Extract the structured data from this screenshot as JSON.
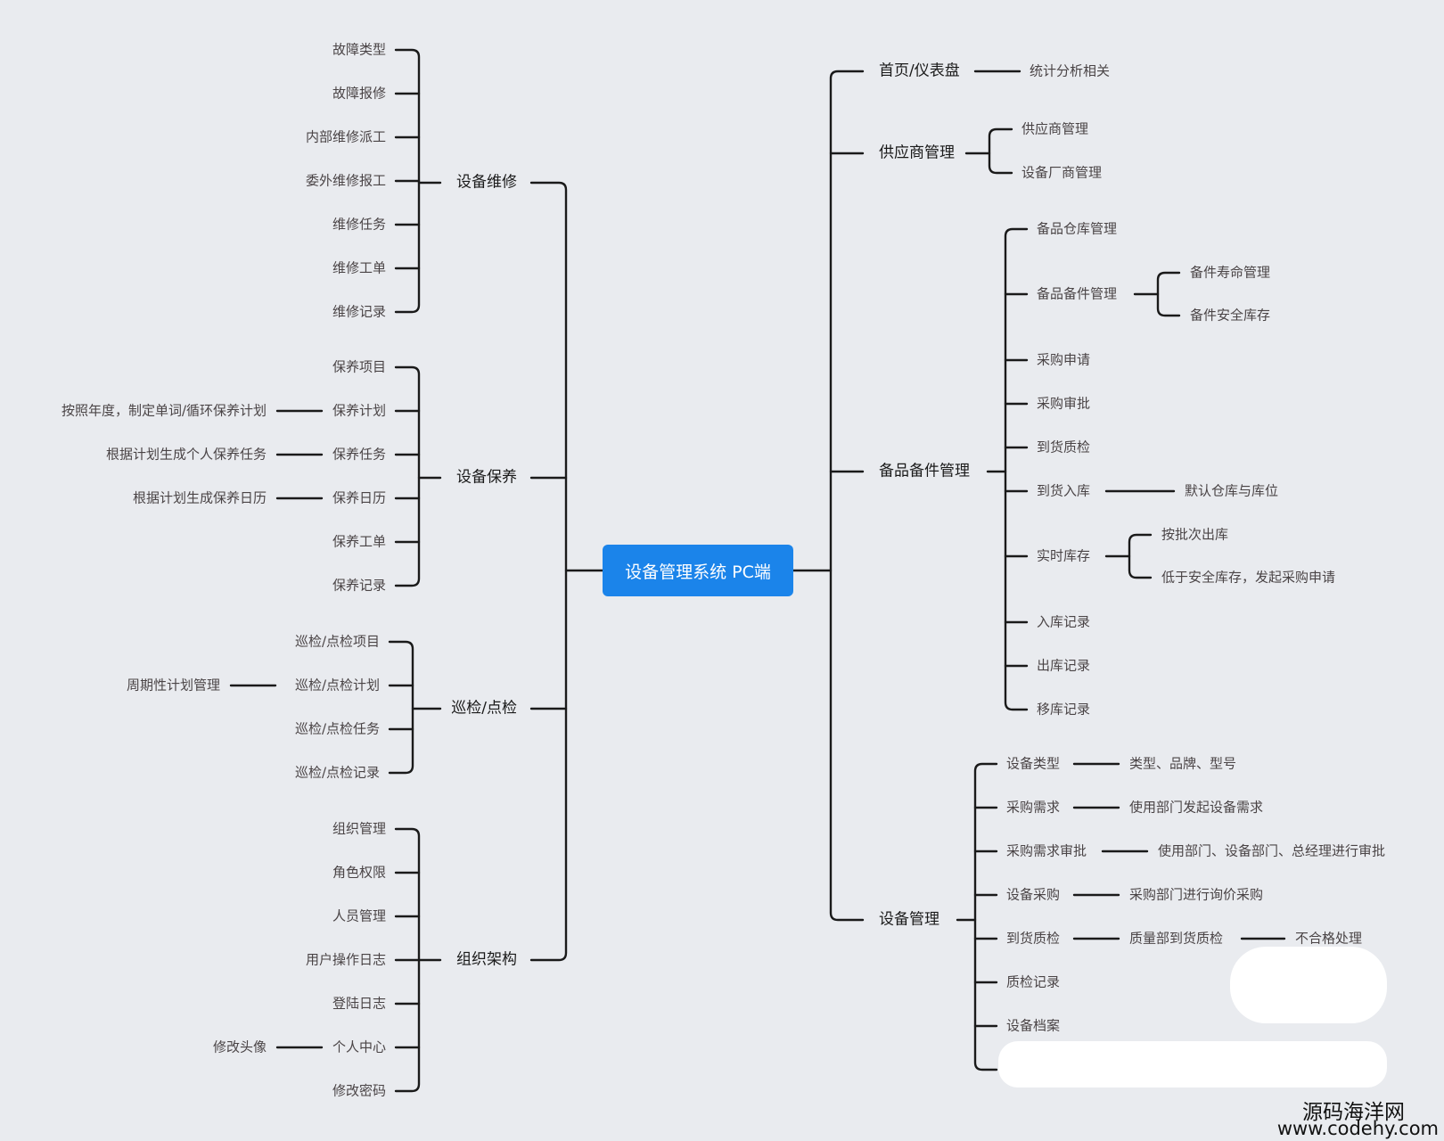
{
  "root": "设备管理系统 PC端",
  "left_branches": [
    {
      "label": "设备维修",
      "children": [
        {
          "label": "故障类型"
        },
        {
          "label": "故障报修"
        },
        {
          "label": "内部维修派工"
        },
        {
          "label": "委外维修报工"
        },
        {
          "label": "维修任务"
        },
        {
          "label": "维修工单"
        },
        {
          "label": "维修记录"
        }
      ]
    },
    {
      "label": "设备保养",
      "children": [
        {
          "label": "保养项目"
        },
        {
          "label": "保养计划",
          "note": "按照年度，制定单词/循环保养计划"
        },
        {
          "label": "保养任务",
          "note": "根据计划生成个人保养任务"
        },
        {
          "label": "保养日历",
          "note": "根据计划生成保养日历"
        },
        {
          "label": "保养工单"
        },
        {
          "label": "保养记录"
        }
      ]
    },
    {
      "label": "巡检/点检",
      "children": [
        {
          "label": "巡检/点检项目"
        },
        {
          "label": "巡检/点检计划",
          "note": "周期性计划管理"
        },
        {
          "label": "巡检/点检任务"
        },
        {
          "label": "巡检/点检记录"
        }
      ]
    },
    {
      "label": "组织架构",
      "children": [
        {
          "label": "组织管理"
        },
        {
          "label": "角色权限"
        },
        {
          "label": "人员管理"
        },
        {
          "label": "用户操作日志"
        },
        {
          "label": "登陆日志"
        },
        {
          "label": "个人中心",
          "note": "修改头像"
        },
        {
          "label": "修改密码"
        }
      ]
    }
  ],
  "right_branches": [
    {
      "label": "首页/仪表盘",
      "children": [
        {
          "label": "统计分析相关"
        }
      ]
    },
    {
      "label": "供应商管理",
      "children": [
        {
          "label": "供应商管理"
        },
        {
          "label": "设备厂商管理"
        }
      ]
    },
    {
      "label": "备品备件管理",
      "children": [
        {
          "label": "备品仓库管理"
        },
        {
          "label": "备品备件管理",
          "children": [
            {
              "label": "备件寿命管理"
            },
            {
              "label": "备件安全库存"
            }
          ]
        },
        {
          "label": "采购申请"
        },
        {
          "label": "采购审批"
        },
        {
          "label": "到货质检"
        },
        {
          "label": "到货入库",
          "children": [
            {
              "label": "默认仓库与库位"
            }
          ]
        },
        {
          "label": "实时库存",
          "children": [
            {
              "label": "按批次出库"
            },
            {
              "label": "低于安全库存，发起采购申请"
            }
          ]
        },
        {
          "label": "入库记录"
        },
        {
          "label": "出库记录"
        },
        {
          "label": "移库记录"
        }
      ]
    },
    {
      "label": "设备管理",
      "children": [
        {
          "label": "设备类型",
          "children": [
            {
              "label": "类型、品牌、型号"
            }
          ]
        },
        {
          "label": "采购需求",
          "children": [
            {
              "label": "使用部门发起设备需求"
            }
          ]
        },
        {
          "label": "采购需求审批",
          "children": [
            {
              "label": "使用部门、设备部门、总经理进行审批"
            }
          ]
        },
        {
          "label": "设备采购",
          "children": [
            {
              "label": "采购部门进行询价采购"
            }
          ]
        },
        {
          "label": "到货质检",
          "children": [
            {
              "label": "质量部到货质检",
              "children": [
                {
                  "label": "不合格处理"
                }
              ]
            }
          ]
        },
        {
          "label": "质检记录"
        },
        {
          "label": "设备档案"
        }
      ]
    }
  ],
  "watermark": {
    "line1": "源码海洋网",
    "line2": "www.codehy.com"
  },
  "colors": {
    "background": "#e9ebef",
    "root": "#1b84ea",
    "line": "#1a1a1a",
    "text": "#4a4446"
  }
}
